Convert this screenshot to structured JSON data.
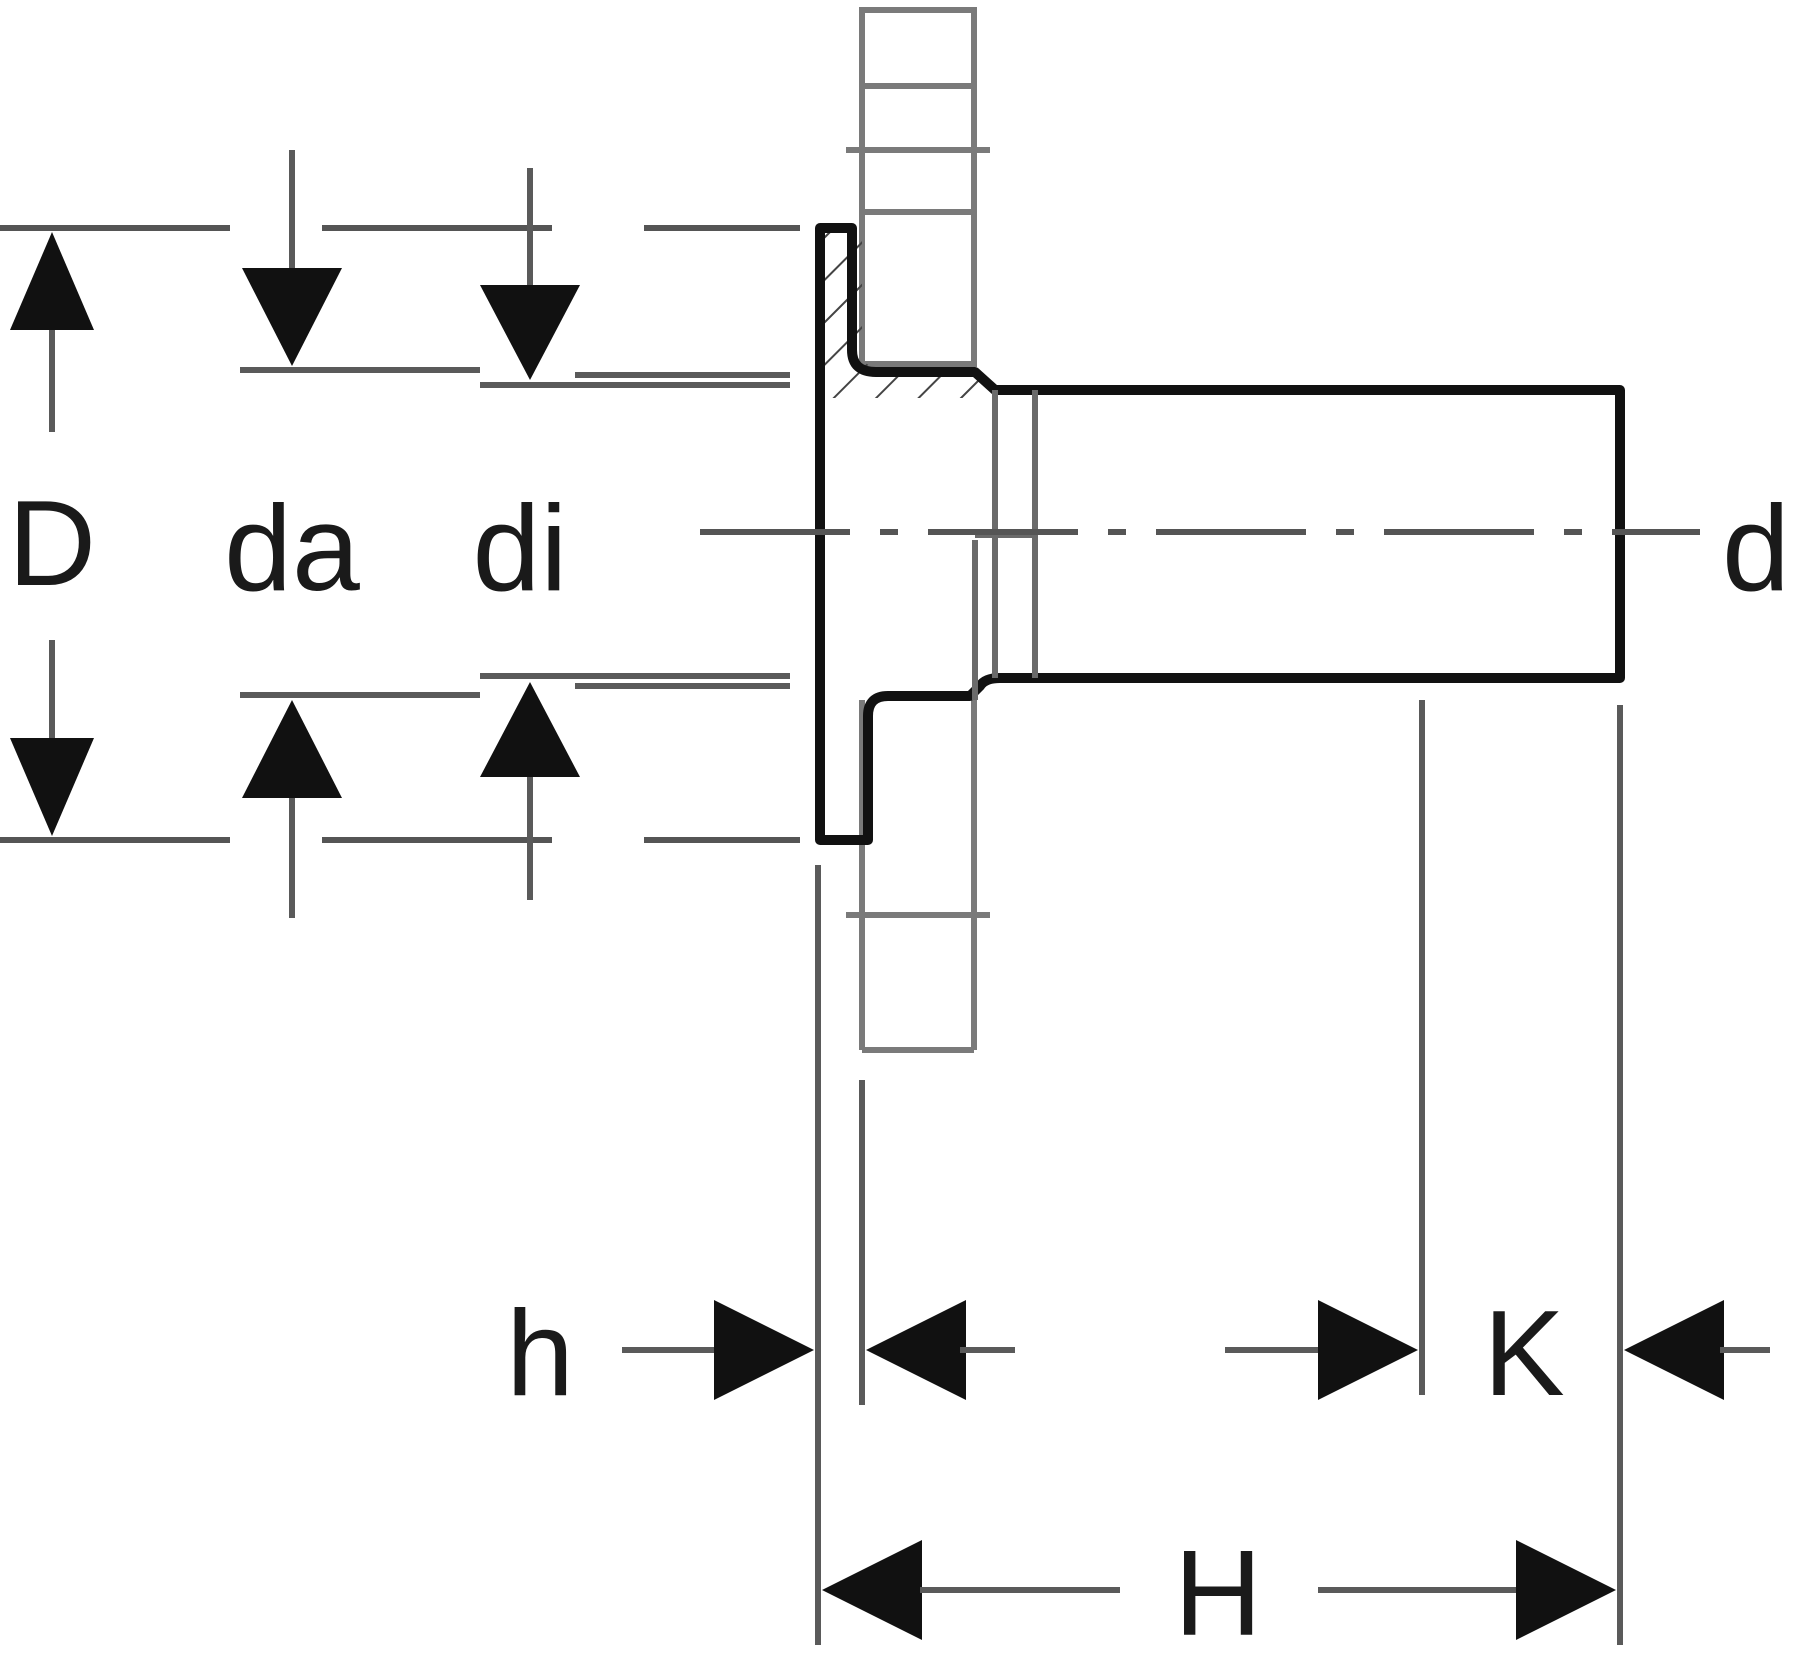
{
  "labels": {
    "D": "D",
    "da": "da",
    "di": "di",
    "d": "d",
    "h": "h",
    "K": "K",
    "H": "H"
  }
}
